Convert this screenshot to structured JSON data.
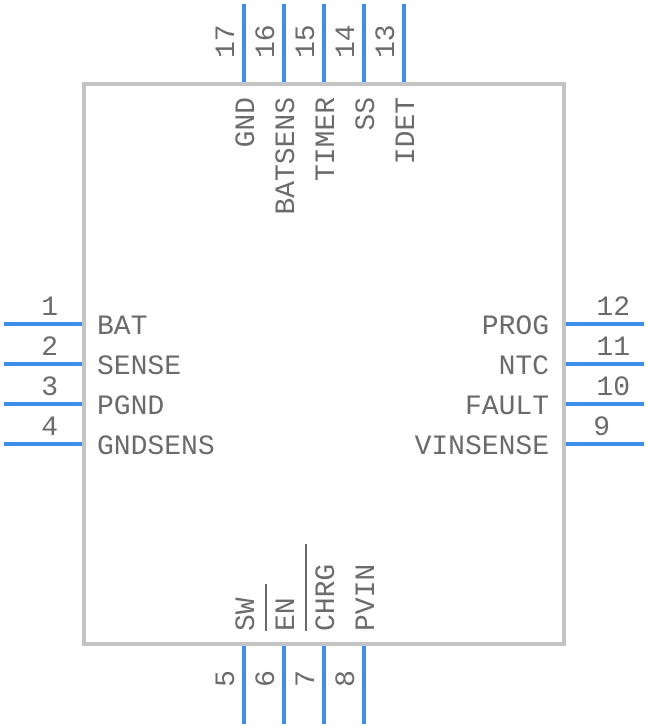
{
  "pins": {
    "left": [
      {
        "number": "1",
        "name": "BAT"
      },
      {
        "number": "2",
        "name": "SENSE"
      },
      {
        "number": "3",
        "name": "PGND"
      },
      {
        "number": "4",
        "name": "GNDSENS"
      }
    ],
    "right": [
      {
        "number": "12",
        "name": "PROG"
      },
      {
        "number": "11",
        "name": "NTC"
      },
      {
        "number": "10",
        "name": "FAULT"
      },
      {
        "number": "9",
        "name": "VINSENSE"
      }
    ],
    "top": [
      {
        "number": "17",
        "name": "GND"
      },
      {
        "number": "16",
        "name": "BATSENS"
      },
      {
        "number": "15",
        "name": "TIMER"
      },
      {
        "number": "14",
        "name": "SS"
      },
      {
        "number": "13",
        "name": "IDET"
      }
    ],
    "bottom": [
      {
        "number": "5",
        "name": "SW"
      },
      {
        "number": "6",
        "name": "EN"
      },
      {
        "number": "7",
        "name": "CHRG"
      },
      {
        "number": "8",
        "name": "PVIN"
      }
    ]
  },
  "colors": {
    "pin_line": "#3d8ee8",
    "body_outline": "#c4c4c4",
    "text": "#6b6b6b"
  }
}
